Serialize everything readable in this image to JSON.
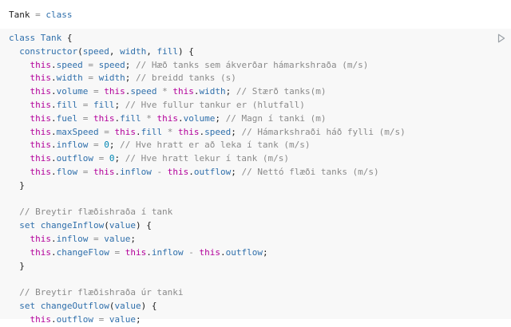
{
  "output": {
    "name": "Tank",
    "operator": "=",
    "value": "class"
  },
  "run_button": {
    "icon": "play-outline-icon",
    "color": "#9aa0a6"
  },
  "code_lines": [
    [
      {
        "t": "class",
        "c": "kw"
      },
      {
        "t": " "
      },
      {
        "t": "Tank",
        "c": "cls"
      },
      {
        "t": " {"
      }
    ],
    [
      {
        "t": "  "
      },
      {
        "t": "constructor",
        "c": "fn"
      },
      {
        "t": "("
      },
      {
        "t": "speed",
        "c": "prop"
      },
      {
        "t": ", "
      },
      {
        "t": "width",
        "c": "prop"
      },
      {
        "t": ", "
      },
      {
        "t": "fill",
        "c": "prop"
      },
      {
        "t": ") {"
      }
    ],
    [
      {
        "t": "    "
      },
      {
        "t": "this",
        "c": "this"
      },
      {
        "t": "."
      },
      {
        "t": "speed",
        "c": "prop"
      },
      {
        "t": " = ",
        "c": "op"
      },
      {
        "t": "speed",
        "c": "prop"
      },
      {
        "t": "; "
      },
      {
        "t": "// Hæð tanks sem ákverðar hámarkshraða (m/s)",
        "c": "com"
      }
    ],
    [
      {
        "t": "    "
      },
      {
        "t": "this",
        "c": "this"
      },
      {
        "t": "."
      },
      {
        "t": "width",
        "c": "prop"
      },
      {
        "t": " = ",
        "c": "op"
      },
      {
        "t": "width",
        "c": "prop"
      },
      {
        "t": "; "
      },
      {
        "t": "// breidd tanks (s)",
        "c": "com"
      }
    ],
    [
      {
        "t": "    "
      },
      {
        "t": "this",
        "c": "this"
      },
      {
        "t": "."
      },
      {
        "t": "volume",
        "c": "prop"
      },
      {
        "t": " = ",
        "c": "op"
      },
      {
        "t": "this",
        "c": "this"
      },
      {
        "t": "."
      },
      {
        "t": "speed",
        "c": "prop"
      },
      {
        "t": " * ",
        "c": "op"
      },
      {
        "t": "this",
        "c": "this"
      },
      {
        "t": "."
      },
      {
        "t": "width",
        "c": "prop"
      },
      {
        "t": "; "
      },
      {
        "t": "// Stærð tanks(m)",
        "c": "com"
      }
    ],
    [
      {
        "t": "    "
      },
      {
        "t": "this",
        "c": "this"
      },
      {
        "t": "."
      },
      {
        "t": "fill",
        "c": "prop"
      },
      {
        "t": " = ",
        "c": "op"
      },
      {
        "t": "fill",
        "c": "prop"
      },
      {
        "t": "; "
      },
      {
        "t": "// Hve fullur tankur er (hlutfall)",
        "c": "com"
      }
    ],
    [
      {
        "t": "    "
      },
      {
        "t": "this",
        "c": "this"
      },
      {
        "t": "."
      },
      {
        "t": "fuel",
        "c": "prop"
      },
      {
        "t": " = ",
        "c": "op"
      },
      {
        "t": "this",
        "c": "this"
      },
      {
        "t": "."
      },
      {
        "t": "fill",
        "c": "prop"
      },
      {
        "t": " * ",
        "c": "op"
      },
      {
        "t": "this",
        "c": "this"
      },
      {
        "t": "."
      },
      {
        "t": "volume",
        "c": "prop"
      },
      {
        "t": "; "
      },
      {
        "t": "// Magn í tanki (m)",
        "c": "com"
      }
    ],
    [
      {
        "t": "    "
      },
      {
        "t": "this",
        "c": "this"
      },
      {
        "t": "."
      },
      {
        "t": "maxSpeed",
        "c": "prop"
      },
      {
        "t": " = ",
        "c": "op"
      },
      {
        "t": "this",
        "c": "this"
      },
      {
        "t": "."
      },
      {
        "t": "fill",
        "c": "prop"
      },
      {
        "t": " * ",
        "c": "op"
      },
      {
        "t": "this",
        "c": "this"
      },
      {
        "t": "."
      },
      {
        "t": "speed",
        "c": "prop"
      },
      {
        "t": "; "
      },
      {
        "t": "// Hámarkshraði háð fylli (m/s)",
        "c": "com"
      }
    ],
    [
      {
        "t": "    "
      },
      {
        "t": "this",
        "c": "this"
      },
      {
        "t": "."
      },
      {
        "t": "inflow",
        "c": "prop"
      },
      {
        "t": " = ",
        "c": "op"
      },
      {
        "t": "0",
        "c": "num"
      },
      {
        "t": "; "
      },
      {
        "t": "// Hve hratt er að leka í tank (m/s)",
        "c": "com"
      }
    ],
    [
      {
        "t": "    "
      },
      {
        "t": "this",
        "c": "this"
      },
      {
        "t": "."
      },
      {
        "t": "outflow",
        "c": "prop"
      },
      {
        "t": " = ",
        "c": "op"
      },
      {
        "t": "0",
        "c": "num"
      },
      {
        "t": "; "
      },
      {
        "t": "// Hve hratt lekur í tank (m/s)",
        "c": "com"
      }
    ],
    [
      {
        "t": "    "
      },
      {
        "t": "this",
        "c": "this"
      },
      {
        "t": "."
      },
      {
        "t": "flow",
        "c": "prop"
      },
      {
        "t": " = ",
        "c": "op"
      },
      {
        "t": "this",
        "c": "this"
      },
      {
        "t": "."
      },
      {
        "t": "inflow",
        "c": "prop"
      },
      {
        "t": " - ",
        "c": "op"
      },
      {
        "t": "this",
        "c": "this"
      },
      {
        "t": "."
      },
      {
        "t": "outflow",
        "c": "prop"
      },
      {
        "t": "; "
      },
      {
        "t": "// Nettó flæði tanks (m/s)",
        "c": "com"
      }
    ],
    [
      {
        "t": "  }"
      }
    ],
    [
      {
        "t": ""
      }
    ],
    [
      {
        "t": "  "
      },
      {
        "t": "// Breytir flæðishraða í tank",
        "c": "com"
      }
    ],
    [
      {
        "t": "  "
      },
      {
        "t": "set",
        "c": "kw"
      },
      {
        "t": " "
      },
      {
        "t": "changeInflow",
        "c": "fn"
      },
      {
        "t": "("
      },
      {
        "t": "value",
        "c": "prop"
      },
      {
        "t": ") {"
      }
    ],
    [
      {
        "t": "    "
      },
      {
        "t": "this",
        "c": "this"
      },
      {
        "t": "."
      },
      {
        "t": "inflow",
        "c": "prop"
      },
      {
        "t": " = ",
        "c": "op"
      },
      {
        "t": "value",
        "c": "prop"
      },
      {
        "t": ";"
      }
    ],
    [
      {
        "t": "    "
      },
      {
        "t": "this",
        "c": "this"
      },
      {
        "t": "."
      },
      {
        "t": "changeFlow",
        "c": "prop"
      },
      {
        "t": " = ",
        "c": "op"
      },
      {
        "t": "this",
        "c": "this"
      },
      {
        "t": "."
      },
      {
        "t": "inflow",
        "c": "prop"
      },
      {
        "t": " - ",
        "c": "op"
      },
      {
        "t": "this",
        "c": "this"
      },
      {
        "t": "."
      },
      {
        "t": "outflow",
        "c": "prop"
      },
      {
        "t": ";"
      }
    ],
    [
      {
        "t": "  }"
      }
    ],
    [
      {
        "t": ""
      }
    ],
    [
      {
        "t": "  "
      },
      {
        "t": "// Breytir flæðishraða úr tanki",
        "c": "com"
      }
    ],
    [
      {
        "t": "  "
      },
      {
        "t": "set",
        "c": "kw"
      },
      {
        "t": " "
      },
      {
        "t": "changeOutflow",
        "c": "fn"
      },
      {
        "t": "("
      },
      {
        "t": "value",
        "c": "prop"
      },
      {
        "t": ") {"
      }
    ],
    [
      {
        "t": "    "
      },
      {
        "t": "this",
        "c": "this"
      },
      {
        "t": "."
      },
      {
        "t": "outflow",
        "c": "prop"
      },
      {
        "t": " = ",
        "c": "op"
      },
      {
        "t": "value",
        "c": "prop"
      },
      {
        "t": ";"
      }
    ]
  ]
}
